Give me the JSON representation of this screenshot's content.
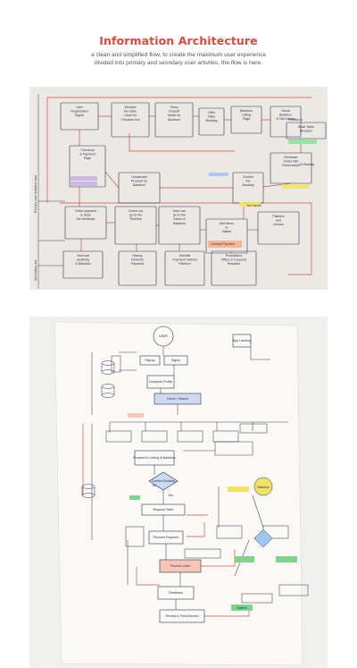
{
  "header": {
    "title": "Information Architecture",
    "subtitle_line1": "a clean and simplified flow, to create the maximum user experience",
    "subtitle_line2": "divided into primary and seondary user artivites, the flow is here."
  },
  "sketch1": {
    "side_labels": [
      "Primary user activities flow",
      "Secondary act."
    ],
    "nodes": [
      {
        "id": "n1",
        "lines": [
          "User",
          "Registration",
          "Signin"
        ]
      },
      {
        "id": "n2",
        "lines": [
          "Window",
          "the table",
          "/ chair for",
          "/ Booked one"
        ]
      },
      {
        "id": "n3",
        "lines": [
          "Show",
          "Dropoff",
          "Mode by",
          "Bankbox"
        ]
      },
      {
        "id": "n4",
        "lines": [
          "Offer",
          "Table",
          "Booking"
        ]
      },
      {
        "id": "n5",
        "lines": [
          "Bankbox",
          "Listing",
          "Page"
        ]
      },
      {
        "id": "n6",
        "lines": [
          "Visual",
          "Bankbox",
          "& Tab Details"
        ]
      },
      {
        "id": "n7",
        "lines": [
          "Book Table",
          "Direction"
        ]
      },
      {
        "id": "n8",
        "lines": [
          "Checkout",
          "& Payment",
          "Page"
        ]
      },
      {
        "id": "n9",
        "lines": [
          "Uncatched",
          "Proceed by",
          "Bankbox"
        ]
      },
      {
        "id": "n10",
        "lines": [
          "Confirm",
          "the",
          "Booking"
        ]
      },
      {
        "id": "n11",
        "lines": [
          "Reminder",
          "Ticket with",
          "Reservation"
        ]
      },
      {
        "id": "n12",
        "lines": [
          "Order payment",
          "& done",
          "the feedback"
        ]
      },
      {
        "id": "n13",
        "lines": [
          "Check out",
          "go to the",
          "Timeline"
        ]
      },
      {
        "id": "n14",
        "lines": [
          "User can",
          "go to the",
          "menu of",
          "Bankbox"
        ]
      },
      {
        "id": "n15",
        "lines": [
          "Add Menu",
          "to",
          "Wallet"
        ]
      },
      {
        "id": "n16",
        "lines": [
          "Platform",
          "and",
          "choose"
        ]
      },
      {
        "id": "n17",
        "lines": [
          "View lost",
          "anything",
          "& Bankbox"
        ]
      },
      {
        "id": "n18",
        "lines": [
          "History",
          "Refunds",
          "Payment"
        ]
      },
      {
        "id": "n19",
        "lines": [
          "Wishlist",
          "Payment method",
          "Platform"
        ]
      },
      {
        "id": "n20",
        "lines": [
          "Promotions",
          "Offers & Coupons",
          "Rewards"
        ]
      }
    ],
    "tags": [
      "Proceed to",
      "On Booking",
      "Yes Cancel",
      "Continue Payment"
    ]
  },
  "sketch2": {
    "nodes": [
      {
        "id": "user",
        "label": "USER"
      },
      {
        "id": "app",
        "label": "App Landing"
      },
      {
        "id": "signup",
        "label": "Signup"
      },
      {
        "id": "signin",
        "label": "Signin"
      },
      {
        "id": "complete",
        "label": "Complete Profile"
      },
      {
        "id": "home",
        "label": "Home / Search"
      },
      {
        "id": "listing",
        "label": "Proceed to Listing of Bankbox"
      },
      {
        "id": "confirm",
        "label": "Confirm Booking"
      },
      {
        "id": "request",
        "label": "Request Table"
      },
      {
        "id": "proceed",
        "label": "Proceed Payment"
      },
      {
        "id": "process",
        "label": "Process order"
      },
      {
        "id": "feedback",
        "label": "Feedback"
      },
      {
        "id": "review",
        "label": "Review & Point Earned"
      }
    ],
    "tags": [
      "Yes",
      "No",
      "Notified",
      "Bankbox"
    ]
  }
}
